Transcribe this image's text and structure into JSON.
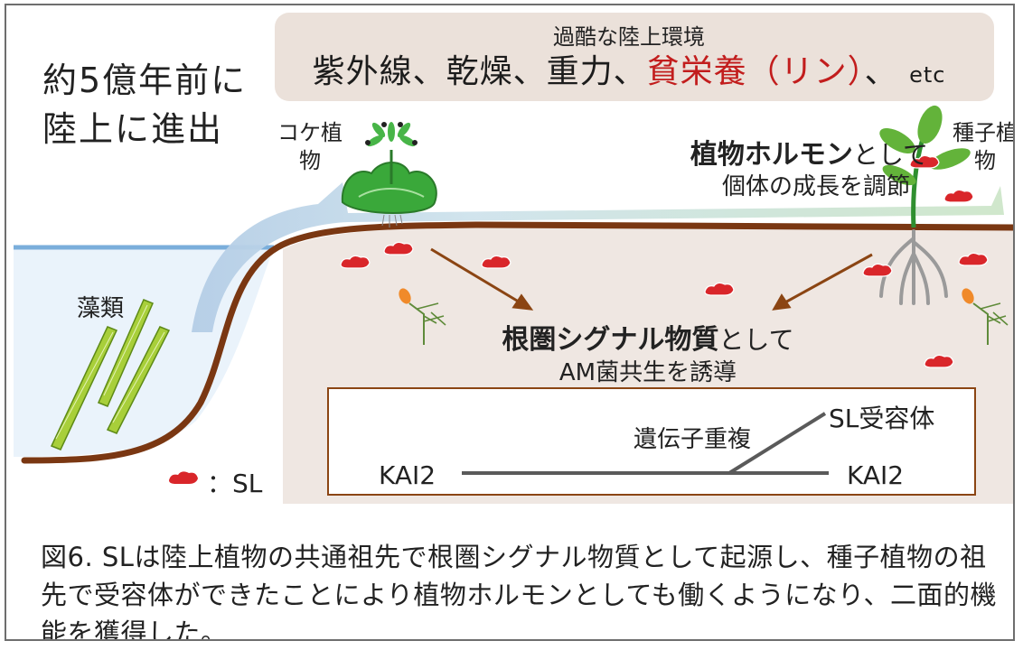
{
  "environment": {
    "title": "過酷な陸上環境",
    "items": "紫外線、乾燥、重力、",
    "phosphorus": "貧栄養（リン）",
    "tail_sep": "、",
    "etc": "etc"
  },
  "landing": {
    "line1": "約5億年前に",
    "line2": "陸上に進出"
  },
  "moss_label": "コケ植物",
  "seed_label": "種子植物",
  "hormone": {
    "bold": "植物ホルモン",
    "rest": "として",
    "line2": "個体の成長を調節"
  },
  "rhizosphere": {
    "bold": "根圏シグナル物質",
    "rest": "として",
    "line2": "AM菌共生を誘導"
  },
  "algae_label": "藻類",
  "legend_label": "：SL",
  "evolution_box": {
    "kai_left": "KAI2",
    "kai_right": "KAI2",
    "sl_receptor": "SL受容体",
    "duplication": "遺伝子重複"
  },
  "caption": "図6. SLは陸上植物の共通祖先で根圏シグナル物質として起源し、種子植物の祖先で受容体ができたことにより植物ホルモンとしても働くようになり、二面的機能を獲得した。",
  "colors": {
    "soil": "#efe8e3",
    "ground_line": "#7a3712",
    "water": "#e9f2fa",
    "sl_red": "#d9262a",
    "arrow_brown": "#8b4513",
    "phosphorus_red": "#c21d1d"
  }
}
